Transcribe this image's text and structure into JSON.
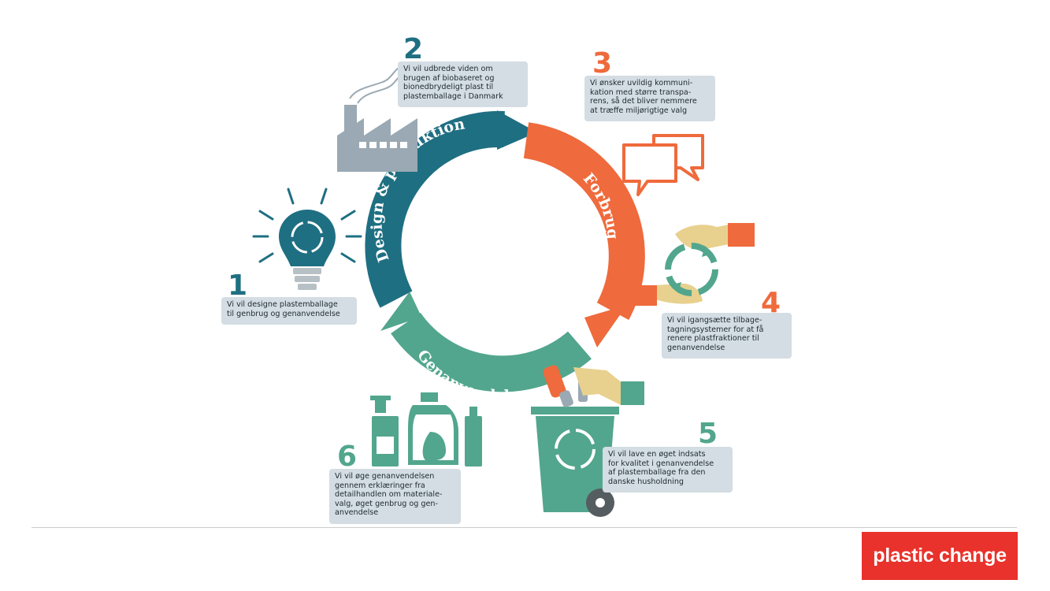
{
  "cycle": {
    "design_label": "Design & produktion",
    "consumption_label": "Forbrug",
    "recycling_label": "Genanvendelse"
  },
  "steps": [
    {
      "number": "1",
      "text": "Vi vil designe plastemballage\ntil genbrug og genanvendelse"
    },
    {
      "number": "2",
      "text": "Vi vil udbrede viden om\nbrugen af biobaseret og\nbionedbrydeligt plast til\nplastemballage i Danmark"
    },
    {
      "number": "3",
      "text": "Vi ønsker uvildig kommuni-\nkation med større transpa-\nrens, så det bliver nemmere\nat træffe miljørigtige valg"
    },
    {
      "number": "4",
      "text": "Vi vil igangsætte tilbage-\ntagningsystemer for at få\nrenere plastfraktioner til\ngenanvendelse"
    },
    {
      "number": "5",
      "text": "Vi vil lave en øget indsats\nfor kvalitet i genanvendelse\naf plastemballage fra den\ndanske husholdning"
    },
    {
      "number": "6",
      "text": "Vi vil øge genanvendelsen\ngennem erklæringer fra\ndetailhandlen om materiale-\nvalg, øget genbrug og gen-\nanvendelse"
    }
  ],
  "logo": "plastic change",
  "colors": {
    "blue": "#1f6f82",
    "orange": "#ef6a3c",
    "green": "#52a68d",
    "box": "#d3dde3",
    "logo": "#e8322b"
  },
  "icons": [
    "lightbulb-icon",
    "factory-icon",
    "speech-bubbles-icon",
    "hands-recycle-icon",
    "recycling-bin-icon",
    "bottles-icon"
  ]
}
